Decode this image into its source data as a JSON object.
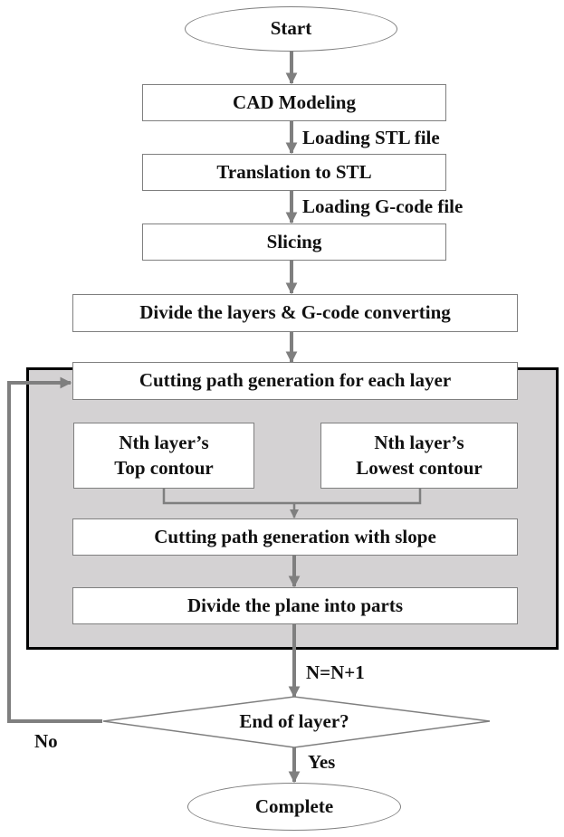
{
  "nodes": {
    "start": "Start",
    "cad_modeling": "CAD Modeling",
    "translation_stl": "Translation to STL",
    "slicing": "Slicing",
    "divide_layers": "Divide the layers & G-code converting",
    "cutting_path_each": "Cutting path generation for each layer",
    "top_contour_line1": "Nth layer’s",
    "top_contour_line2": "Top contour",
    "lowest_contour_line1": "Nth layer’s",
    "lowest_contour_line2": "Lowest contour",
    "cutting_path_slope": "Cutting path generation with slope",
    "divide_plane": "Divide the plane into parts",
    "end_of_layer": "End of layer?",
    "complete": "Complete"
  },
  "edge_labels": {
    "loading_stl": "Loading STL file",
    "loading_gcode": "Loading G-code file",
    "increment": "N=N+1",
    "no": "No",
    "yes": "Yes"
  },
  "colors": {
    "node_border": "#7f7f7f",
    "arrow": "#7f7f7f",
    "group_fill": "#d4d2d3",
    "group_border": "#000000"
  }
}
